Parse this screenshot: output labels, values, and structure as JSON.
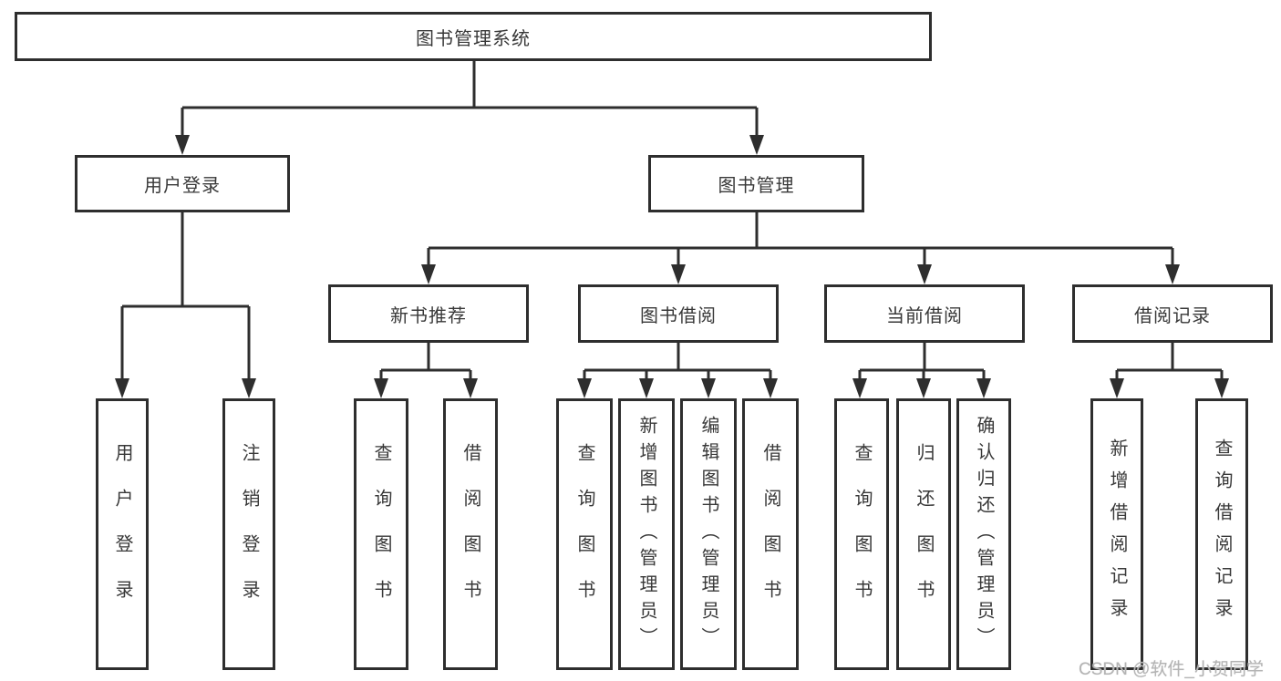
{
  "diagram": {
    "title": "图书管理系统",
    "nodes": {
      "root": "图书管理系统",
      "user_login": "用户登录",
      "book_mgmt": "图书管理",
      "new_book": "新书推荐",
      "book_borrow": "图书借阅",
      "current_borrow": "当前借阅",
      "borrow_record": "借阅记录",
      "leaf_user_login": "用户登录",
      "leaf_logout": "注销登录",
      "leaf_nb_query": "查询图书",
      "leaf_nb_borrow": "借阅图书",
      "leaf_bb_query": "查询图书",
      "leaf_bb_add": "新增图书（管理员）",
      "leaf_bb_edit": "编辑图书（管理员）",
      "leaf_bb_borrow": "借阅图书",
      "leaf_cb_query": "查询图书",
      "leaf_cb_return": "归还图书",
      "leaf_cb_confirm": "确认归还（管理员）",
      "leaf_br_add": "新增借阅记录",
      "leaf_br_query": "查询借阅记录"
    },
    "colors": {
      "line": "#2e2e2e",
      "box_border": "#2e2e2e",
      "box_fill": "#ffffff",
      "text": "#383838",
      "watermark": "#b4b4b4"
    }
  },
  "watermark": "CSDN @软件_小贺同学"
}
